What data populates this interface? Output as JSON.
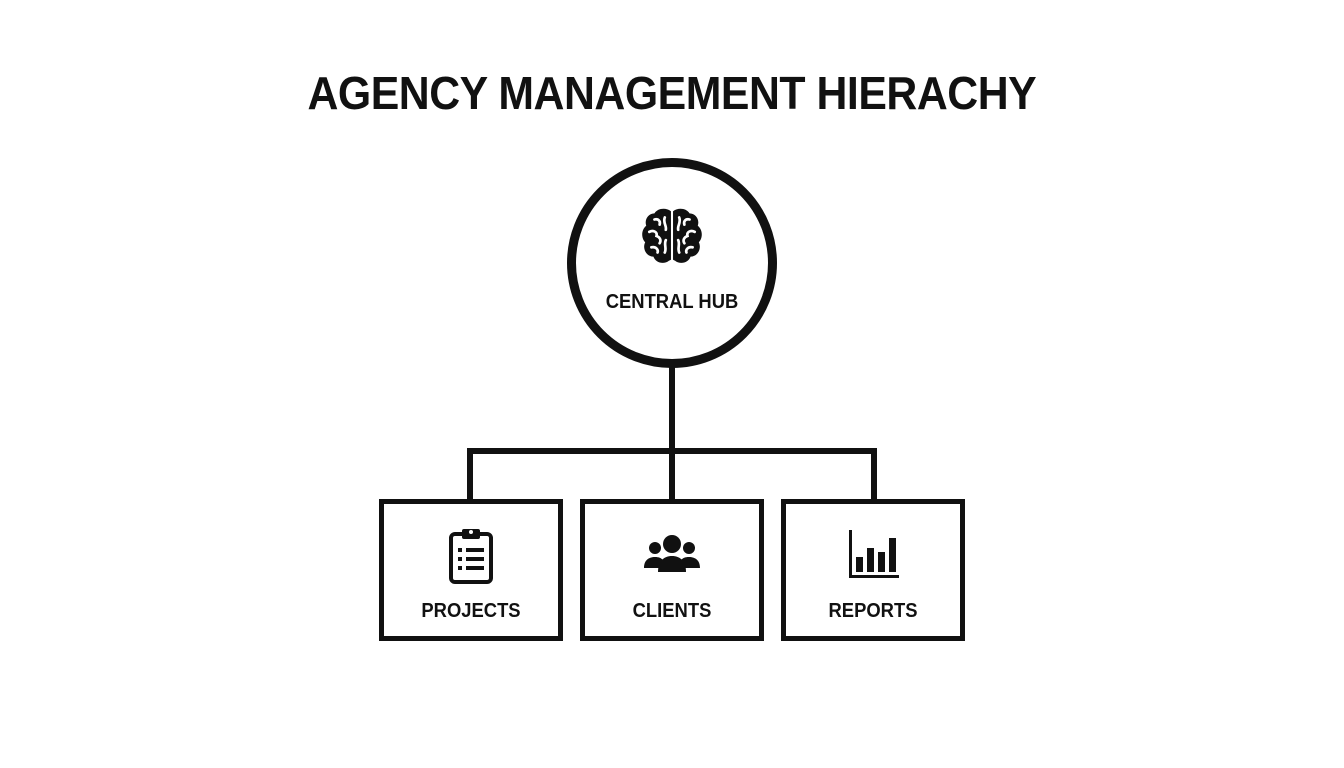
{
  "title": "AGENCY MANAGEMENT HIERACHY",
  "hub": {
    "label": "CENTRAL HUB",
    "icon": "brain-icon"
  },
  "children": [
    {
      "label": "PROJECTS",
      "icon": "clipboard-list-icon"
    },
    {
      "label": "CLIENTS",
      "icon": "users-group-icon"
    },
    {
      "label": "REPORTS",
      "icon": "bar-chart-icon"
    }
  ],
  "colors": {
    "stroke": "#111111",
    "background": "#ffffff"
  }
}
